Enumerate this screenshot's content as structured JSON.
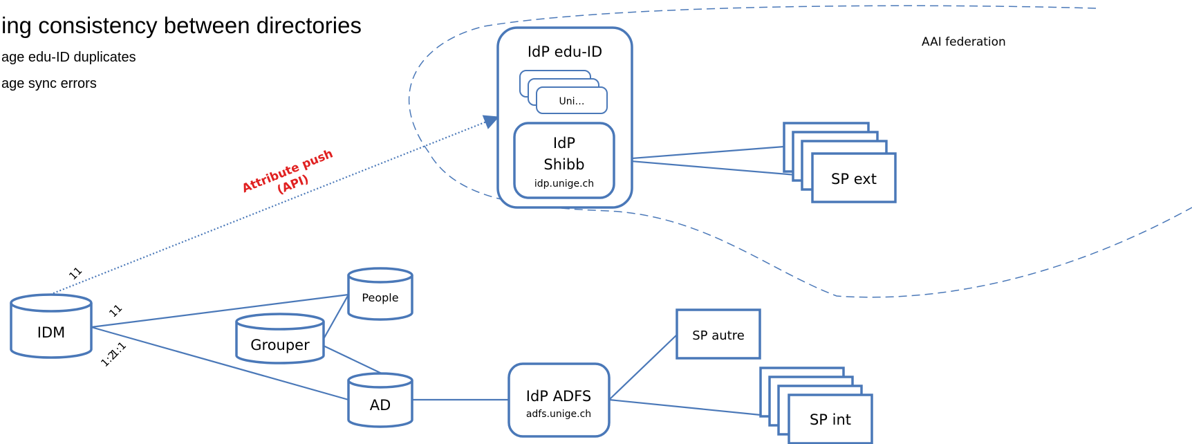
{
  "heading": {
    "title": "ing consistency between directories",
    "bullets": [
      "age edu-ID duplicates",
      "age sync errors"
    ]
  },
  "federation": {
    "label": "AAI federation"
  },
  "idp_eduid": {
    "title": "IdP edu-ID",
    "stack_label": "Uni…",
    "inner_line1": "IdP",
    "inner_line2": "Shibb",
    "inner_host": "idp.unige.ch"
  },
  "sp_ext": {
    "label": "SP ext"
  },
  "attribute_push": {
    "line1": "Attribute push",
    "line2": "(API)"
  },
  "directories": {
    "idm": "IDM",
    "people": "People",
    "grouper": "Grouper",
    "ad": "AD"
  },
  "cardinalities": {
    "idm_to_push": "11",
    "idm_to_people": "11",
    "idm_to_ad_a": "1:1",
    "idm_to_ad_b": "1:2"
  },
  "idp_adfs": {
    "title": "IdP ADFS",
    "host": "adfs.unige.ch"
  },
  "sp_autre": {
    "label": "SP autre"
  },
  "sp_int": {
    "label": "SP int"
  },
  "colors": {
    "stroke": "#4a78b8",
    "highlight": "#e02020",
    "text": "#000000"
  }
}
